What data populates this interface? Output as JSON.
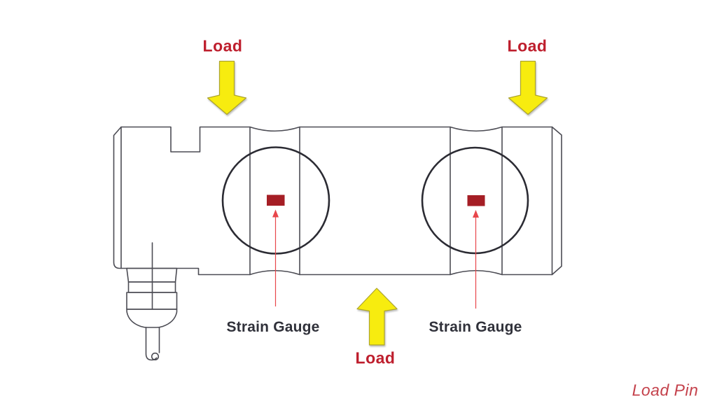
{
  "diagram": {
    "caption": "Load Pin",
    "labels": {
      "load_top_left": "Load",
      "load_top_right": "Load",
      "load_bottom": "Load",
      "strain_gauge_left": "Strain Gauge",
      "strain_gauge_right": "Strain Gauge"
    },
    "colors": {
      "background": "#FFFFFF",
      "load_label_red": "#BE1E2D",
      "caption_red": "#C4414B",
      "arrow_yellow": "#F7EC0F",
      "arrow_outline": "#ADA52C",
      "strain_gauge_red": "#A51E25",
      "pointer_red": "#E8464B",
      "outline_gray": "#4C4C54",
      "circle_dark": "#2B2B33",
      "label_dark": "#30313A"
    }
  }
}
